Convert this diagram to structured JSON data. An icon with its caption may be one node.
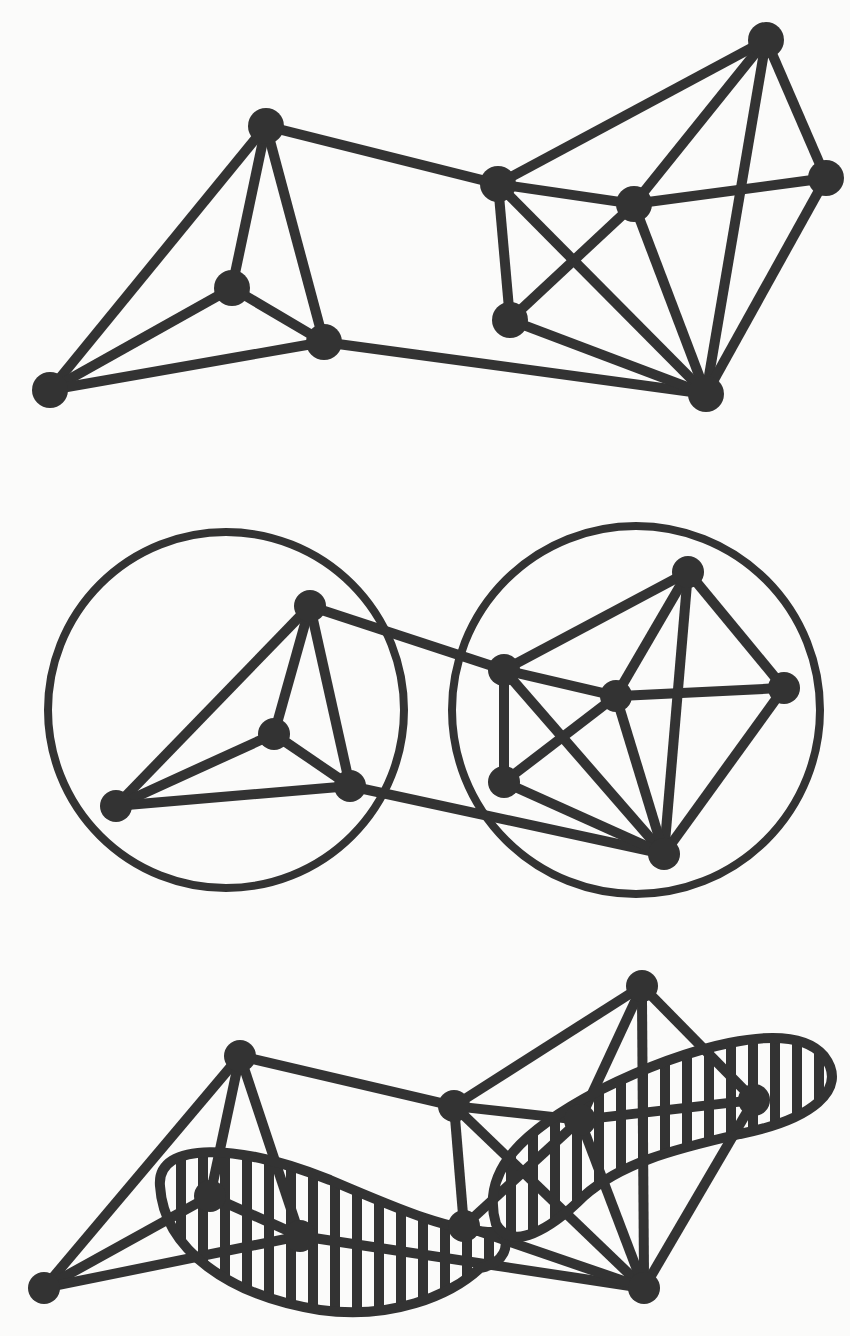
{
  "diagram": {
    "nodes": [
      {
        "text": [],
        "shape": "circle"
      },
      {
        "text": [],
        "shape": "circle"
      },
      {
        "text": [],
        "shape": "circle"
      },
      {
        "text": [],
        "shape": "circle"
      },
      {
        "text": [],
        "shape": "circle"
      },
      {
        "text": [],
        "shape": "circle"
      },
      {
        "text": [],
        "shape": "circle"
      },
      {
        "text": [],
        "shape": "circle"
      },
      {
        "text": [],
        "shape": "circle"
      },
      {
        "text": [],
        "shape": "circle"
      },
      {
        "text": [],
        "shape": "circle"
      },
      {
        "text": [],
        "shape": "circle"
      },
      {
        "text": [],
        "shape": "circle",
        "in": 10
      },
      {
        "text": [],
        "shape": "circle",
        "in": 10
      },
      {
        "text": [],
        "shape": "circle",
        "in": 10
      },
      {
        "text": [],
        "shape": "circle",
        "in": 10
      },
      {
        "text": [],
        "shape": "circle",
        "in": 11
      },
      {
        "text": [],
        "shape": "circle",
        "in": 11
      },
      {
        "text": [],
        "shape": "circle",
        "in": 11
      },
      {
        "text": [],
        "shape": "circle",
        "in": 11
      },
      {
        "text": [],
        "shape": "circle",
        "in": 11
      },
      {
        "text": [],
        "shape": "circle",
        "in": 11
      },
      {
        "text": [],
        "shape": "circle"
      },
      {
        "text": [],
        "shape": "circle"
      },
      {
        "text": [],
        "shape": "circle"
      },
      {
        "text": [],
        "shape": "circle"
      },
      {
        "text": [],
        "shape": "circle"
      },
      {
        "text": [],
        "shape": "circle"
      },
      {
        "text": [],
        "shape": "circle"
      },
      {
        "text": [],
        "shape": "circle"
      },
      {
        "text": [],
        "shape": "circle"
      },
      {
        "text": [],
        "shape": "circle"
      }
    ],
    "edges": [
      {
        "from": 3,
        "to": 0,
        "arrow": "none"
      },
      {
        "from": 3,
        "to": 1,
        "arrow": "none"
      },
      {
        "from": 3,
        "to": 2,
        "arrow": "none"
      },
      {
        "from": 0,
        "to": 1,
        "arrow": "none"
      },
      {
        "from": 0,
        "to": 2,
        "arrow": "none"
      },
      {
        "from": 1,
        "to": 2,
        "arrow": "none"
      },
      {
        "from": 0,
        "to": 4,
        "arrow": "none"
      },
      {
        "from": 2,
        "to": 9,
        "arrow": "none"
      },
      {
        "from": 4,
        "to": 6,
        "arrow": "none"
      },
      {
        "from": 4,
        "to": 5,
        "arrow": "none"
      },
      {
        "from": 4,
        "to": 8,
        "arrow": "none"
      },
      {
        "from": 4,
        "to": 9,
        "arrow": "none"
      },
      {
        "from": 5,
        "to": 6,
        "arrow": "none"
      },
      {
        "from": 5,
        "to": 7,
        "arrow": "none"
      },
      {
        "from": 5,
        "to": 8,
        "arrow": "none"
      },
      {
        "from": 6,
        "to": 7,
        "arrow": "none"
      },
      {
        "from": 6,
        "to": 9,
        "arrow": "none"
      },
      {
        "from": 7,
        "to": 9,
        "arrow": "none"
      },
      {
        "from": 5,
        "to": 9,
        "arrow": "none"
      },
      {
        "from": 8,
        "to": 9,
        "arrow": "none"
      },
      {
        "from": 15,
        "to": 12,
        "arrow": "none"
      },
      {
        "from": 15,
        "to": 13,
        "arrow": "none"
      },
      {
        "from": 15,
        "to": 14,
        "arrow": "none"
      },
      {
        "from": 12,
        "to": 13,
        "arrow": "none"
      },
      {
        "from": 12,
        "to": 14,
        "arrow": "none"
      },
      {
        "from": 13,
        "to": 14,
        "arrow": "none"
      },
      {
        "from": 12,
        "to": 16,
        "arrow": "none"
      },
      {
        "from": 14,
        "to": 21,
        "arrow": "none"
      },
      {
        "from": 16,
        "to": 18,
        "arrow": "none"
      },
      {
        "from": 16,
        "to": 17,
        "arrow": "none"
      },
      {
        "from": 16,
        "to": 20,
        "arrow": "none"
      },
      {
        "from": 16,
        "to": 21,
        "arrow": "none"
      },
      {
        "from": 17,
        "to": 18,
        "arrow": "none"
      },
      {
        "from": 17,
        "to": 19,
        "arrow": "none"
      },
      {
        "from": 17,
        "to": 20,
        "arrow": "none"
      },
      {
        "from": 18,
        "to": 19,
        "arrow": "none"
      },
      {
        "from": 18,
        "to": 21,
        "arrow": "none"
      },
      {
        "from": 19,
        "to": 21,
        "arrow": "none"
      },
      {
        "from": 17,
        "to": 21,
        "arrow": "none"
      },
      {
        "from": 20,
        "to": 21,
        "arrow": "none"
      },
      {
        "from": 25,
        "to": 22,
        "arrow": "none"
      },
      {
        "from": 25,
        "to": 23,
        "arrow": "none"
      },
      {
        "from": 25,
        "to": 24,
        "arrow": "none"
      },
      {
        "from": 22,
        "to": 23,
        "arrow": "none"
      },
      {
        "from": 22,
        "to": 24,
        "arrow": "none"
      },
      {
        "from": 23,
        "to": 24,
        "arrow": "none"
      },
      {
        "from": 22,
        "to": 26,
        "arrow": "none"
      },
      {
        "from": 24,
        "to": 31,
        "arrow": "none"
      },
      {
        "from": 26,
        "to": 28,
        "arrow": "none"
      },
      {
        "from": 26,
        "to": 27,
        "arrow": "none"
      },
      {
        "from": 26,
        "to": 30,
        "arrow": "none"
      },
      {
        "from": 26,
        "to": 31,
        "arrow": "none"
      },
      {
        "from": 27,
        "to": 28,
        "arrow": "none"
      },
      {
        "from": 27,
        "to": 29,
        "arrow": "none"
      },
      {
        "from": 27,
        "to": 30,
        "arrow": "none"
      },
      {
        "from": 28,
        "to": 29,
        "arrow": "none"
      },
      {
        "from": 28,
        "to": 31,
        "arrow": "none"
      },
      {
        "from": 29,
        "to": 31,
        "arrow": "none"
      },
      {
        "from": 27,
        "to": 31,
        "arrow": "none"
      },
      {
        "from": 30,
        "to": 31,
        "arrow": "none"
      }
    ]
  }
}
